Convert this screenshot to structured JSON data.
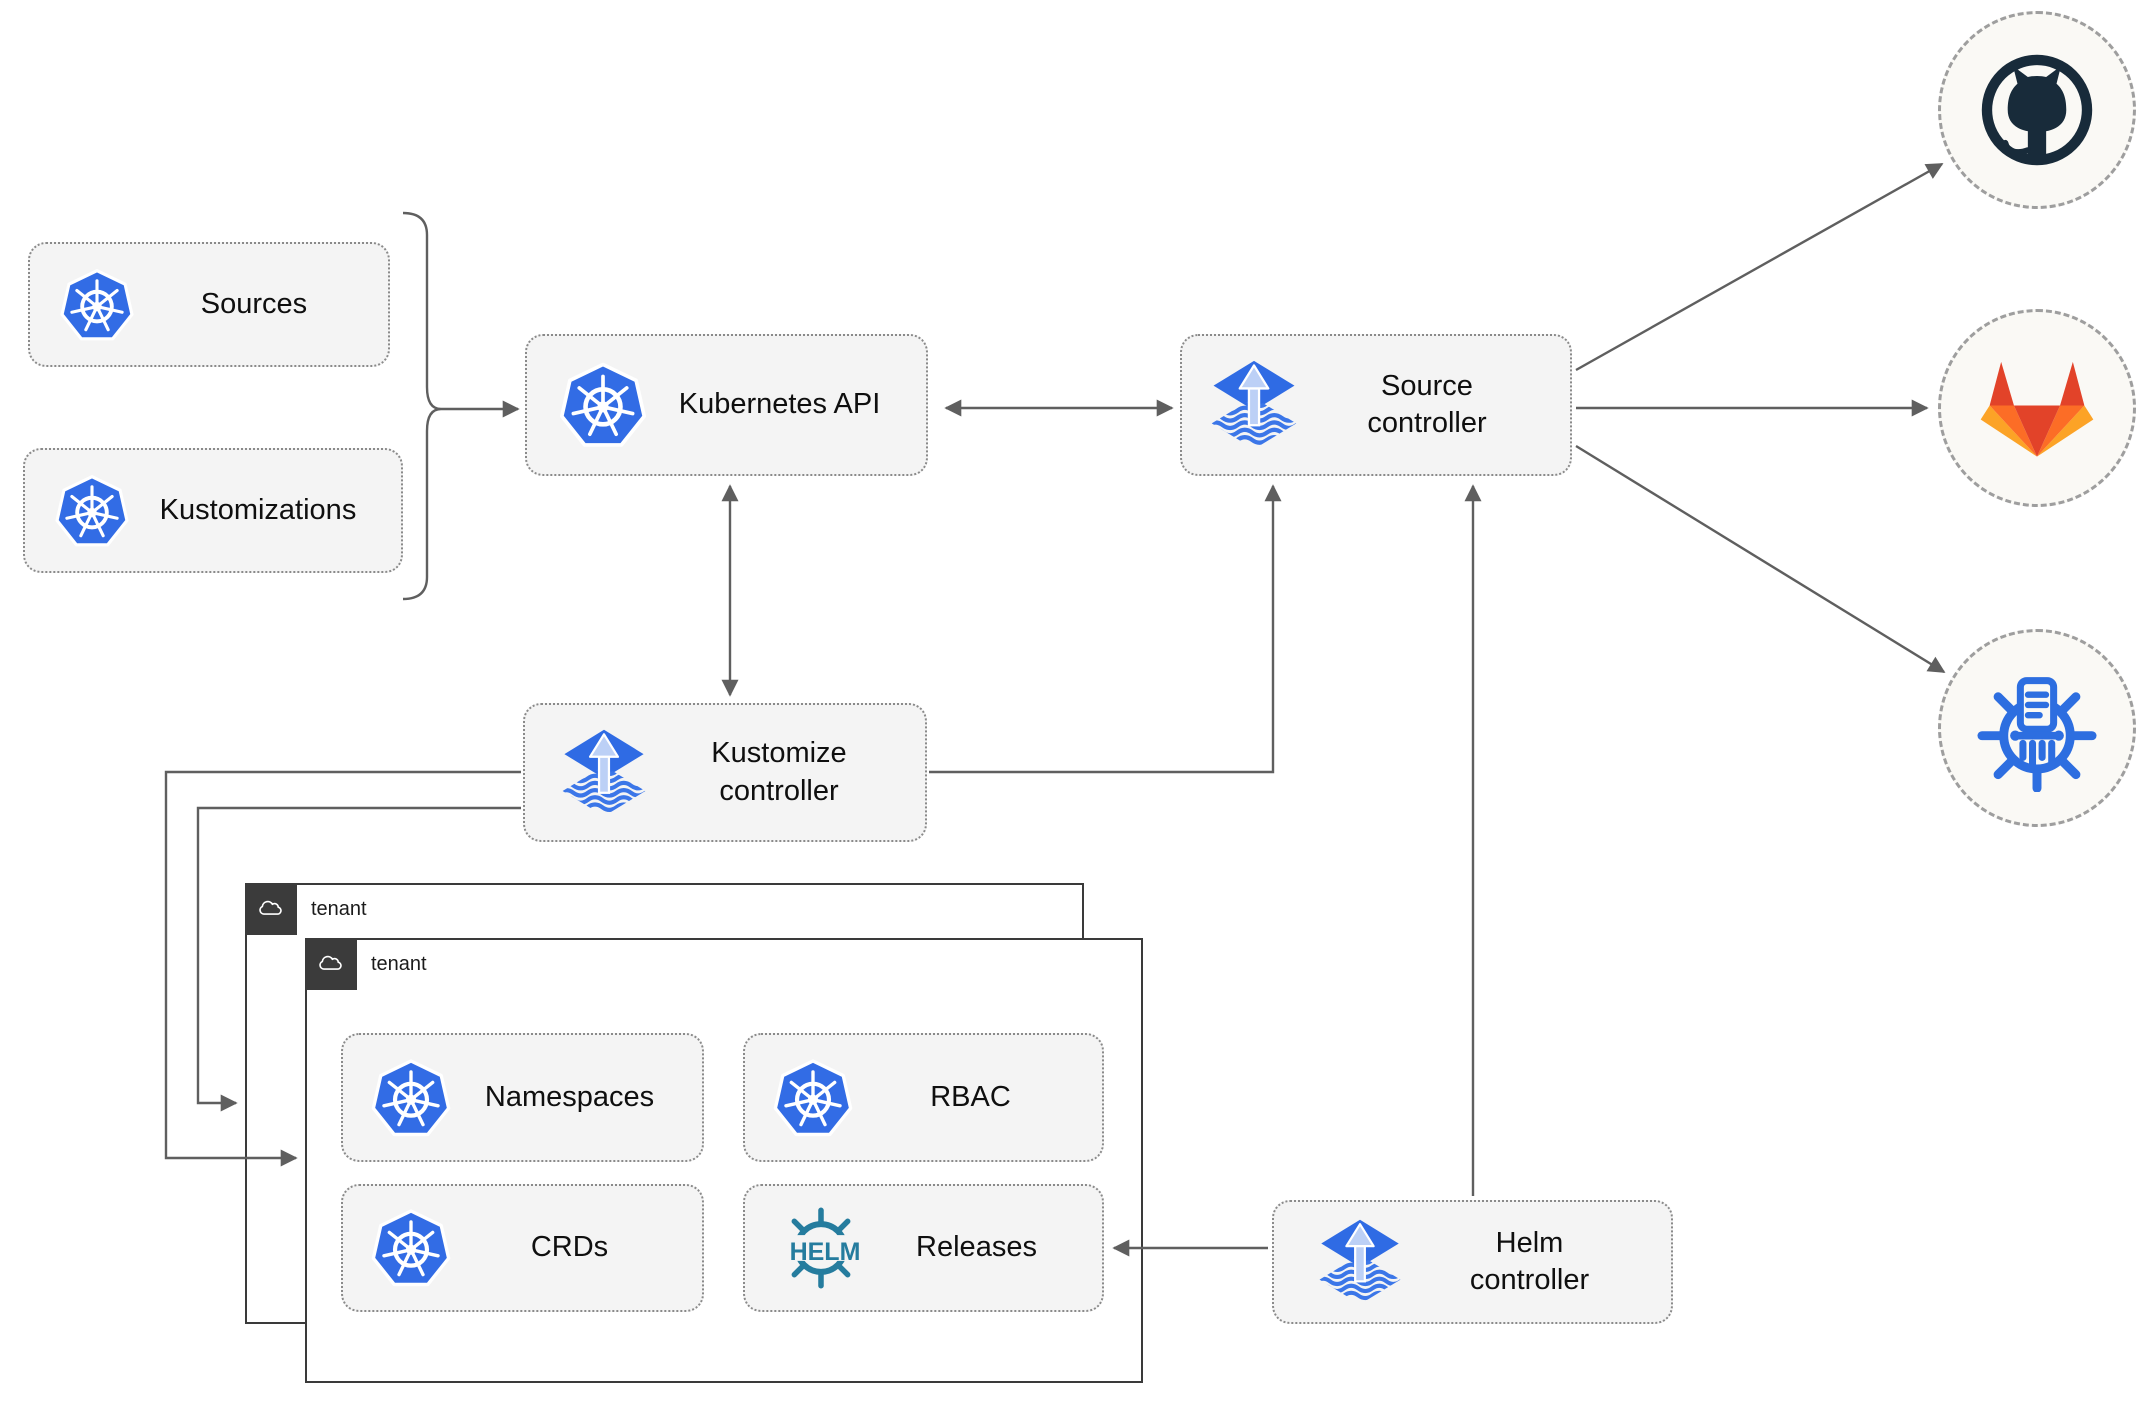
{
  "diagram": {
    "nodes": {
      "sources": {
        "label": "Sources",
        "icon": "kubernetes-icon"
      },
      "kustomizations": {
        "label": "Kustomizations",
        "icon": "kubernetes-icon"
      },
      "kubernetes_api": {
        "label": "Kubernetes API",
        "icon": "kubernetes-icon"
      },
      "source_controller": {
        "line1": "Source",
        "line2": "controller",
        "icon": "flux-icon"
      },
      "kustomize_controller": {
        "line1": "Kustomize",
        "line2": "controller",
        "icon": "flux-icon"
      },
      "helm_controller": {
        "line1": "Helm",
        "line2": "controller",
        "icon": "flux-icon"
      },
      "tenant_back": {
        "label": "tenant",
        "icon": "cloud-icon"
      },
      "tenant_front": {
        "label": "tenant",
        "icon": "cloud-icon"
      },
      "namespaces": {
        "label": "Namespaces",
        "icon": "kubernetes-icon"
      },
      "rbac": {
        "label": "RBAC",
        "icon": "kubernetes-icon"
      },
      "crds": {
        "label": "CRDs",
        "icon": "kubernetes-icon"
      },
      "releases": {
        "label": "Releases",
        "icon": "helm-icon",
        "icon_text": "HELM"
      },
      "github": {
        "icon": "github-icon"
      },
      "gitlab": {
        "icon": "gitlab-icon"
      },
      "registry": {
        "icon": "kustomize-wheel-icon"
      }
    },
    "colors": {
      "kubernetes_blue": "#326ce5",
      "flux_blue": "#2f6be4",
      "flux_light_arrow": "#bcd0f6",
      "flux_wave_blue": "#3b76e8",
      "helm_teal": "#257c9e",
      "github_dark": "#182b3a",
      "gitlab_red": "#e24329",
      "gitlab_orange": "#fc6d26",
      "gitlab_yellow": "#fca326",
      "connector_gray": "#5f5f5f",
      "node_fill": "#f4f4f4",
      "tenant_tab_dark": "#3b3b3b"
    }
  }
}
